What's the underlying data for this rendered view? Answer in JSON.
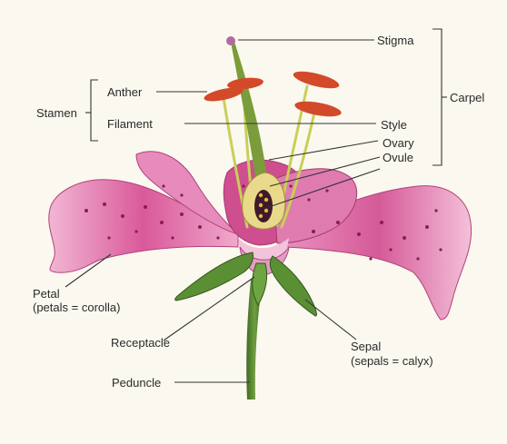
{
  "labels": {
    "stigma": "Stigma",
    "anther": "Anther",
    "stamen": "Stamen",
    "filament": "Filament",
    "carpel": "Carpel",
    "style": "Style",
    "ovary": "Ovary",
    "ovule": "Ovule",
    "petal": "Petal",
    "petal_note": "(petals = corolla)",
    "receptacle": "Receptacle",
    "sepal": "Sepal",
    "sepal_note": "(sepals = calyx)",
    "peduncle": "Peduncle"
  },
  "colors": {
    "petal": "#d9599a",
    "petal_light": "#f2b6d3",
    "spots": "#8a1d52",
    "anther": "#d34a2a",
    "filament": "#c9cf57",
    "stem": "#4f7d2e",
    "leaf": "#5b8f34",
    "ovary": "#e9d98a",
    "line": "#333333"
  }
}
